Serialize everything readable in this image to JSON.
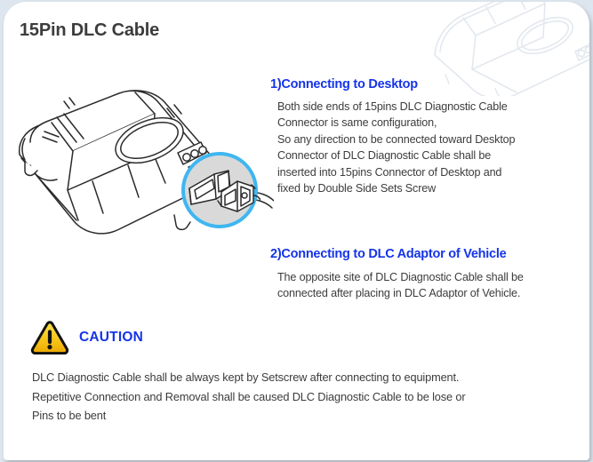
{
  "page": {
    "title": "15Pin DLC Cable",
    "background_color": "#dde5ee",
    "card_color": "#ffffff",
    "accent_blue": "#1534e8",
    "highlight_circle_color": "#3fb6f0",
    "text_color": "#3c3c3c",
    "caution_icon_color": "#f5c518"
  },
  "illustration": {
    "main_device": "diagnostic-scan-tool-line-art",
    "highlight": "15pin-dlc-connector-zoom-circle",
    "watermark": "diagnostic-scan-tool-watermark"
  },
  "sections": [
    {
      "heading": "1)Connecting to Desktop",
      "lines": [
        "Both side ends of 15pins DLC Diagnostic Cable",
        "Connector is same configuration,",
        "So any direction to be connected toward Desktop",
        "Connector of DLC Diagnostic Cable shall be",
        "inserted into 15pins Connector of Desktop and",
        "fixed by Double Side Sets Screw"
      ]
    },
    {
      "heading": "2)Connecting to DLC Adaptor of Vehicle",
      "lines": [
        "The opposite site of DLC Diagnostic Cable shall be",
        "connected after placing in DLC Adaptor of Vehicle."
      ]
    }
  ],
  "caution": {
    "icon": "warning-triangle-icon",
    "label": "CAUTION",
    "lines": [
      "DLC Diagnostic Cable shall be always kept by Setscrew after connecting to equipment.",
      "Repetitive Connection and Removal shall be caused DLC Diagnostic Cable to be lose or",
      "Pins to be bent"
    ]
  }
}
